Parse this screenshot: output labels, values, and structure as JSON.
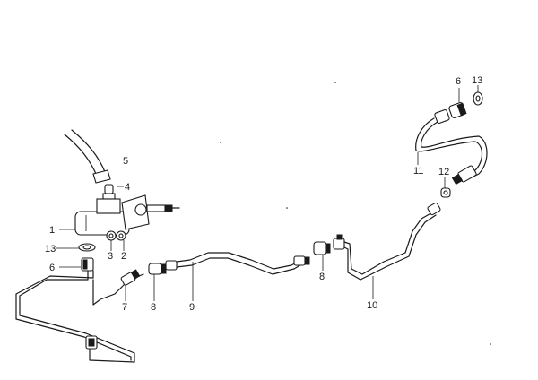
{
  "callouts": {
    "c1": "1",
    "c2": "2",
    "c3": "3",
    "c4": "4",
    "c5": "5",
    "c6a": "6",
    "c6b": "6",
    "c7": "7",
    "c8a": "8",
    "c8b": "8",
    "c9": "9",
    "c10": "10",
    "c11": "11",
    "c12": "12",
    "c13a": "13",
    "c13b": "13"
  },
  "colors": {
    "line": "#1a1a1a",
    "background": "#ffffff"
  }
}
